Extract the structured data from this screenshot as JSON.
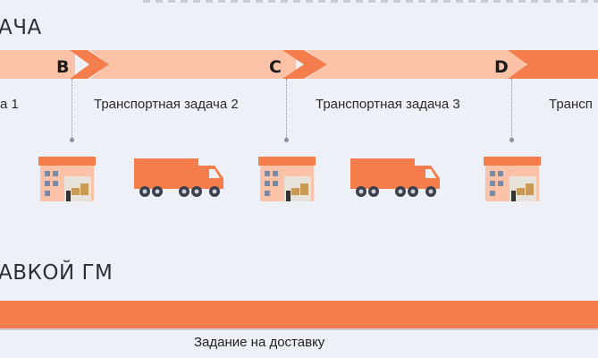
{
  "headers": {
    "top": "АЧА",
    "bottom": "АВКОЙ ГМ"
  },
  "points": [
    "B",
    "C",
    "D"
  ],
  "tasks": [
    "а 1",
    "Транспортная задача 2",
    "Транспортная задача 3",
    "Трансп"
  ],
  "delivery_label": "Задание на доставку",
  "icons": [
    "warehouse-icon",
    "truck-icon",
    "warehouse-icon",
    "truck-icon",
    "warehouse-icon"
  ],
  "colors": {
    "light_orange": "#fbc2a7",
    "orange": "#f47d4b",
    "background": "#eef0f7"
  }
}
